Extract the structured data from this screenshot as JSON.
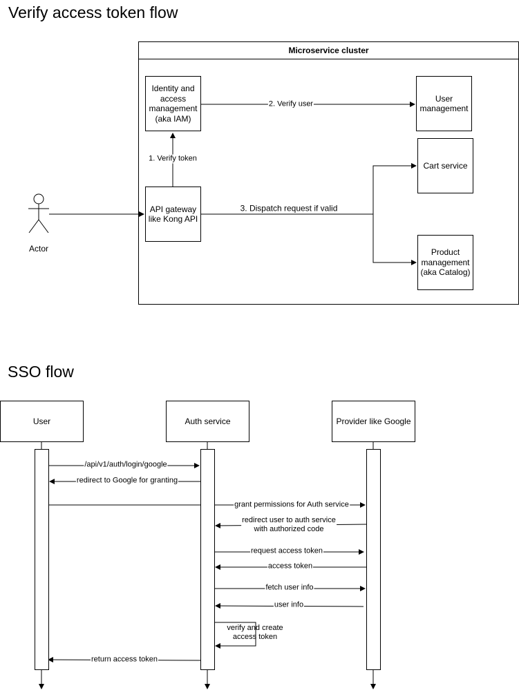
{
  "sections": {
    "verify_title": "Verify access token flow",
    "sso_title": "SSO flow"
  },
  "verify": {
    "cluster_title": "Microservice cluster",
    "actor_label": "Actor",
    "nodes": {
      "iam": "Identity and\naccess\nmanagement\n(aka IAM)",
      "user_mgmt": "User\nmanagement",
      "gateway": "API gateway\nlike Kong API",
      "cart": "Cart service",
      "product": "Product\nmanagement\n(aka Catalog)"
    },
    "edges": {
      "verify_token": "1. Verify token",
      "verify_user": "2. Verify user",
      "dispatch": "3. Dispatch request if valid"
    }
  },
  "sso": {
    "participants": {
      "user": "User",
      "auth": "Auth service",
      "provider": "Provider like Google"
    },
    "messages": {
      "login": "/api/v1/auth/login/google",
      "redirect_google": "redirect to Google for granting",
      "grant": "grant permissions for Auth service",
      "redirect_auth": "redirect user to auth service\nwith authorized code",
      "request_token": "request access token",
      "access_token": "access token",
      "fetch_info": "fetch user info",
      "user_info": "user info",
      "verify_create": "verify and create\naccess token",
      "return_token": "return access token"
    }
  }
}
